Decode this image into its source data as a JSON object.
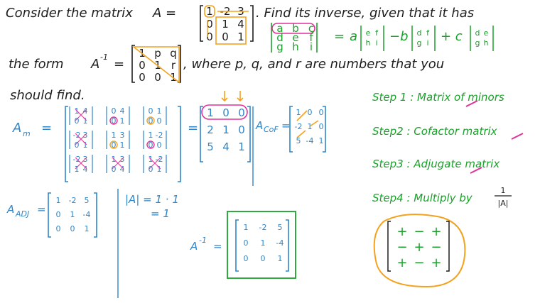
{
  "problem": {
    "line1": "Consider the matrix",
    "a_label": "A =",
    "line1b": ". Find its inverse, given that it has",
    "line2a": "the form",
    "ainv_label": "A",
    "ainv_sup": "-1",
    "line2b": ", where p, q, and r are numbers that you",
    "line3": "should find.",
    "matrix_a": [
      [
        "1",
        "-2",
        "3"
      ],
      [
        "0",
        "1",
        "4"
      ],
      [
        "0",
        "0",
        "1"
      ]
    ],
    "matrix_form": [
      [
        "1",
        "p",
        "q"
      ],
      [
        "0",
        "1",
        "r"
      ],
      [
        "0",
        "0",
        "1"
      ]
    ]
  },
  "det_formula": {
    "matrix": [
      [
        "a",
        "b",
        "c"
      ],
      [
        "d",
        "e",
        "f"
      ],
      [
        "g",
        "h",
        "i"
      ]
    ],
    "rhs": "= a |e f; h i| − b |d f; g i| + c |d e; g h|",
    "eq": "=",
    "a": "a",
    "minus_b": "−b",
    "plus_c": "+ c",
    "m1": [
      [
        "e",
        "f"
      ],
      [
        "h",
        "i"
      ]
    ],
    "m2": [
      [
        "d",
        "f"
      ],
      [
        "g",
        "i"
      ]
    ],
    "m3": [
      [
        "d",
        "e"
      ],
      [
        "g",
        "h"
      ]
    ]
  },
  "steps": [
    {
      "label": "Step 1 : Matrix of minors"
    },
    {
      "label": "Step2 : Cofactor matrix"
    },
    {
      "label": "Step3 : Adjugate matrix"
    },
    {
      "label": "Step4 : Multiply by"
    }
  ],
  "step4_frac": {
    "num": "1",
    "den": "|A|"
  },
  "sign_matrix": [
    [
      "+",
      "−",
      "+"
    ],
    [
      "−",
      "+",
      "−"
    ],
    [
      "+",
      "−",
      "+"
    ]
  ],
  "minors": {
    "label": "A",
    "sub": "m",
    "eq": "=",
    "cells": [
      [
        [
          [
            "1",
            "4"
          ],
          [
            "0",
            "1"
          ]
        ],
        [
          [
            "0",
            "4"
          ],
          [
            "0",
            "1"
          ]
        ],
        [
          [
            "0",
            "1"
          ],
          [
            "0",
            "0"
          ]
        ]
      ],
      [
        [
          [
            "-2",
            "3"
          ],
          [
            "0",
            "1"
          ]
        ],
        [
          [
            "1",
            "3"
          ],
          [
            "0",
            "1"
          ]
        ],
        [
          [
            "1",
            "-2"
          ],
          [
            "0",
            "0"
          ]
        ]
      ],
      [
        [
          [
            "-2",
            "3"
          ],
          [
            "1",
            "4"
          ]
        ],
        [
          [
            "1",
            "3"
          ],
          [
            "0",
            "4"
          ]
        ],
        [
          [
            "1",
            "-2"
          ],
          [
            "0",
            "1"
          ]
        ]
      ]
    ],
    "result": [
      [
        "1",
        "0",
        "0"
      ],
      [
        "2",
        "1",
        "0"
      ],
      [
        "5",
        "4",
        "1"
      ]
    ]
  },
  "cofactor": {
    "label": "A",
    "sub": "CoF",
    "eq": "=",
    "matrix": [
      [
        "1",
        "0",
        "0"
      ],
      [
        "-2",
        "1",
        "0"
      ],
      [
        "5",
        "-4",
        "1"
      ]
    ]
  },
  "adjugate": {
    "label": "A",
    "sub": "ADJ",
    "eq": "=",
    "matrix": [
      [
        "1",
        "-2",
        "5"
      ],
      [
        "0",
        "1",
        "-4"
      ],
      [
        "0",
        "0",
        "1"
      ]
    ]
  },
  "determinant": {
    "line1": "|A|  =  1 · 1",
    "line2": "=   1"
  },
  "answer": {
    "label": "A",
    "sup": "-1",
    "eq": "=",
    "matrix": [
      [
        "1",
        "-2",
        "5"
      ],
      [
        "0",
        "1",
        "-4"
      ],
      [
        "0",
        "0",
        "1"
      ]
    ]
  },
  "colors": {
    "black": "#1e1e1e",
    "blue": "#2f86c9",
    "green": "#1aa12a",
    "magenta": "#e0309a",
    "orange": "#f4a21e"
  }
}
